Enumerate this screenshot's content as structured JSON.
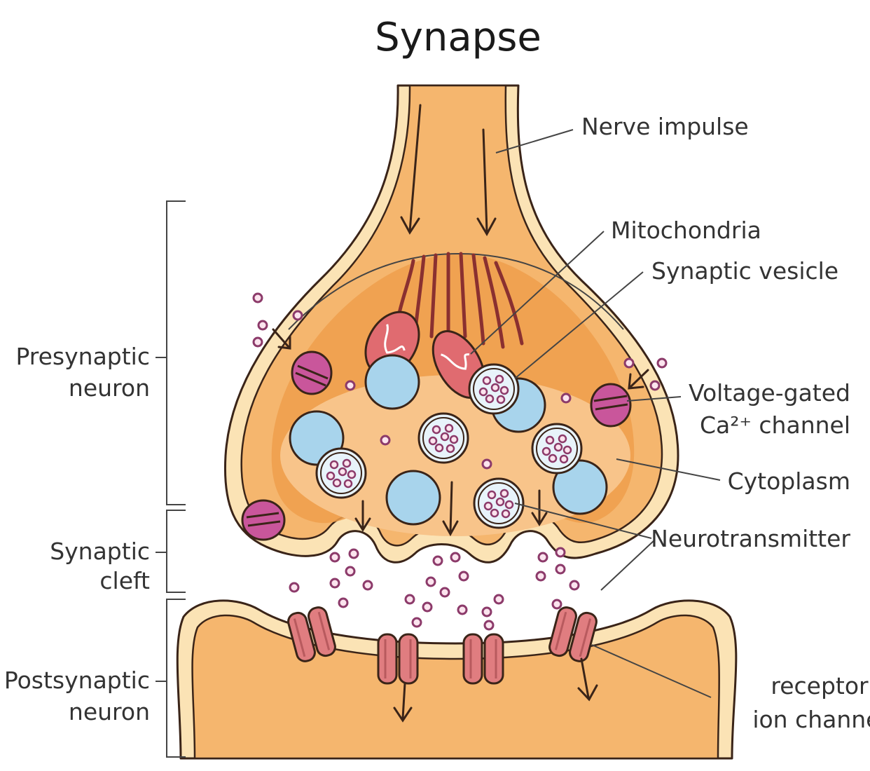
{
  "title": "Synapse",
  "labels": {
    "nerve_impulse": "Nerve impulse",
    "mitochondria": "Mitochondria",
    "synaptic_vesicle": "Synaptic vesicle",
    "voltage_gated_line1": "Voltage-gated",
    "voltage_gated_line2": "Ca²⁺ channel",
    "cytoplasm": "Cytoplasm",
    "neurotransmitter": "Neurotransmitter",
    "presynaptic_line1": "Presynaptic",
    "presynaptic_line2": "neuron",
    "cleft_line1": "Synaptic",
    "cleft_line2": "cleft",
    "postsynaptic_line1": "Postsynaptic",
    "postsynaptic_line2": "neuron",
    "receptor_line1": "receptor",
    "receptor_line2": "ion channel"
  },
  "colors": {
    "neuron_fill": "#f5b66e",
    "membrane": "#fbe3b5",
    "cytoplasm_dark": "#f0a050",
    "vesicle_blue": "#a8d4ec",
    "neurotransmitter": "#8c3a6a",
    "channel_magenta": "#c9569b",
    "receptor_pink": "#e07d80",
    "mitochondria": "#e06b70"
  }
}
